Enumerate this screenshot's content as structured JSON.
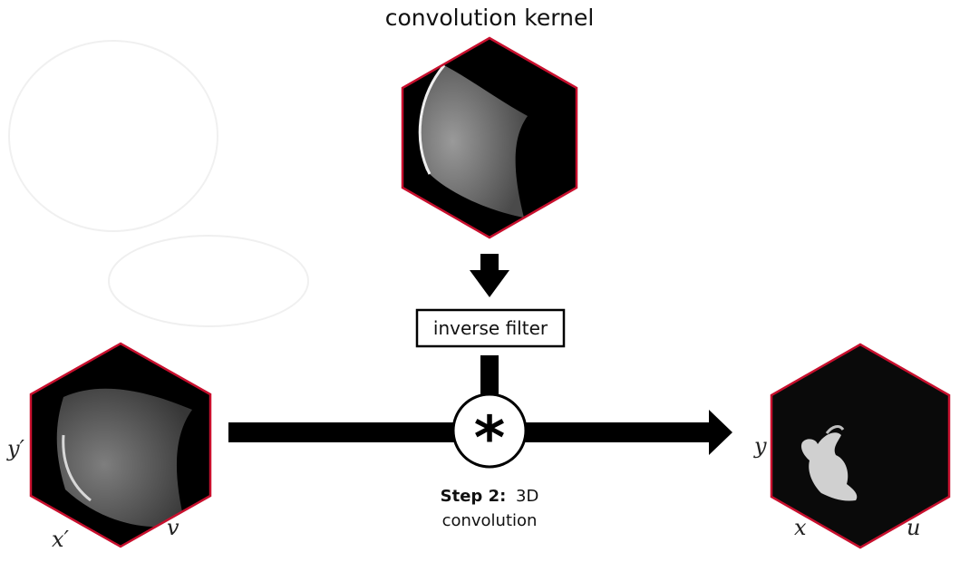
{
  "kernel": {
    "title": "convolution kernel"
  },
  "filter": {
    "label": "inverse filter"
  },
  "operator": {
    "symbol": "*"
  },
  "step": {
    "bold": "Step 2:",
    "rest": "3D",
    "line2": "convolution"
  },
  "input_volume": {
    "axis_y": "y′",
    "axis_x": "x′",
    "axis_v": "v"
  },
  "output_volume": {
    "axis_y": "y",
    "axis_x": "x",
    "axis_u": "u"
  },
  "colors": {
    "hex_border": "#c8102e",
    "arrow": "#000000",
    "volume_bg": "#000000"
  }
}
